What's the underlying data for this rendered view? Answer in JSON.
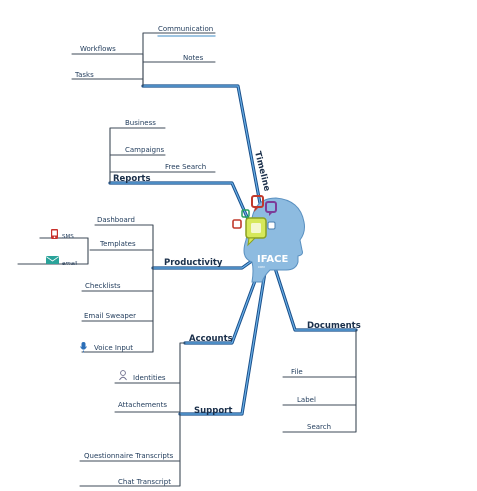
{
  "center": {
    "brand": "IFACE",
    "tagline": "CRM",
    "image": "head-silhouette-with-speech-bubbles"
  },
  "branches": {
    "timeline": {
      "label": "Timeline",
      "items": [
        "Communication",
        "Notes",
        "Workflows",
        "Tasks"
      ]
    },
    "reports": {
      "label": "Reports",
      "items": [
        "Business",
        "Campaigns",
        "Free Search"
      ]
    },
    "productivity": {
      "label": "Productivity",
      "items": [
        "Dashboard",
        "Templates",
        "SMS",
        "email",
        "Checklists",
        "Email Sweaper",
        "Voice Input"
      ]
    },
    "accounts": {
      "label": "Accounts",
      "items": [
        "Identities",
        "Attachements"
      ]
    },
    "support": {
      "label": "Support",
      "items": [
        "Questionnaire Transcripts",
        "Chat Transcript"
      ]
    },
    "documents": {
      "label": "Documents",
      "items": [
        "File",
        "Label",
        "Search"
      ]
    }
  },
  "icons": {
    "sms": "sms-phone-icon",
    "email": "email-envelope-icon",
    "voice": "microphone-icon",
    "identities": "identity-badge-icon"
  },
  "colors": {
    "trunk": "#1a4f8a",
    "branch": "#3e4a57",
    "head": "#8dbbe0"
  }
}
